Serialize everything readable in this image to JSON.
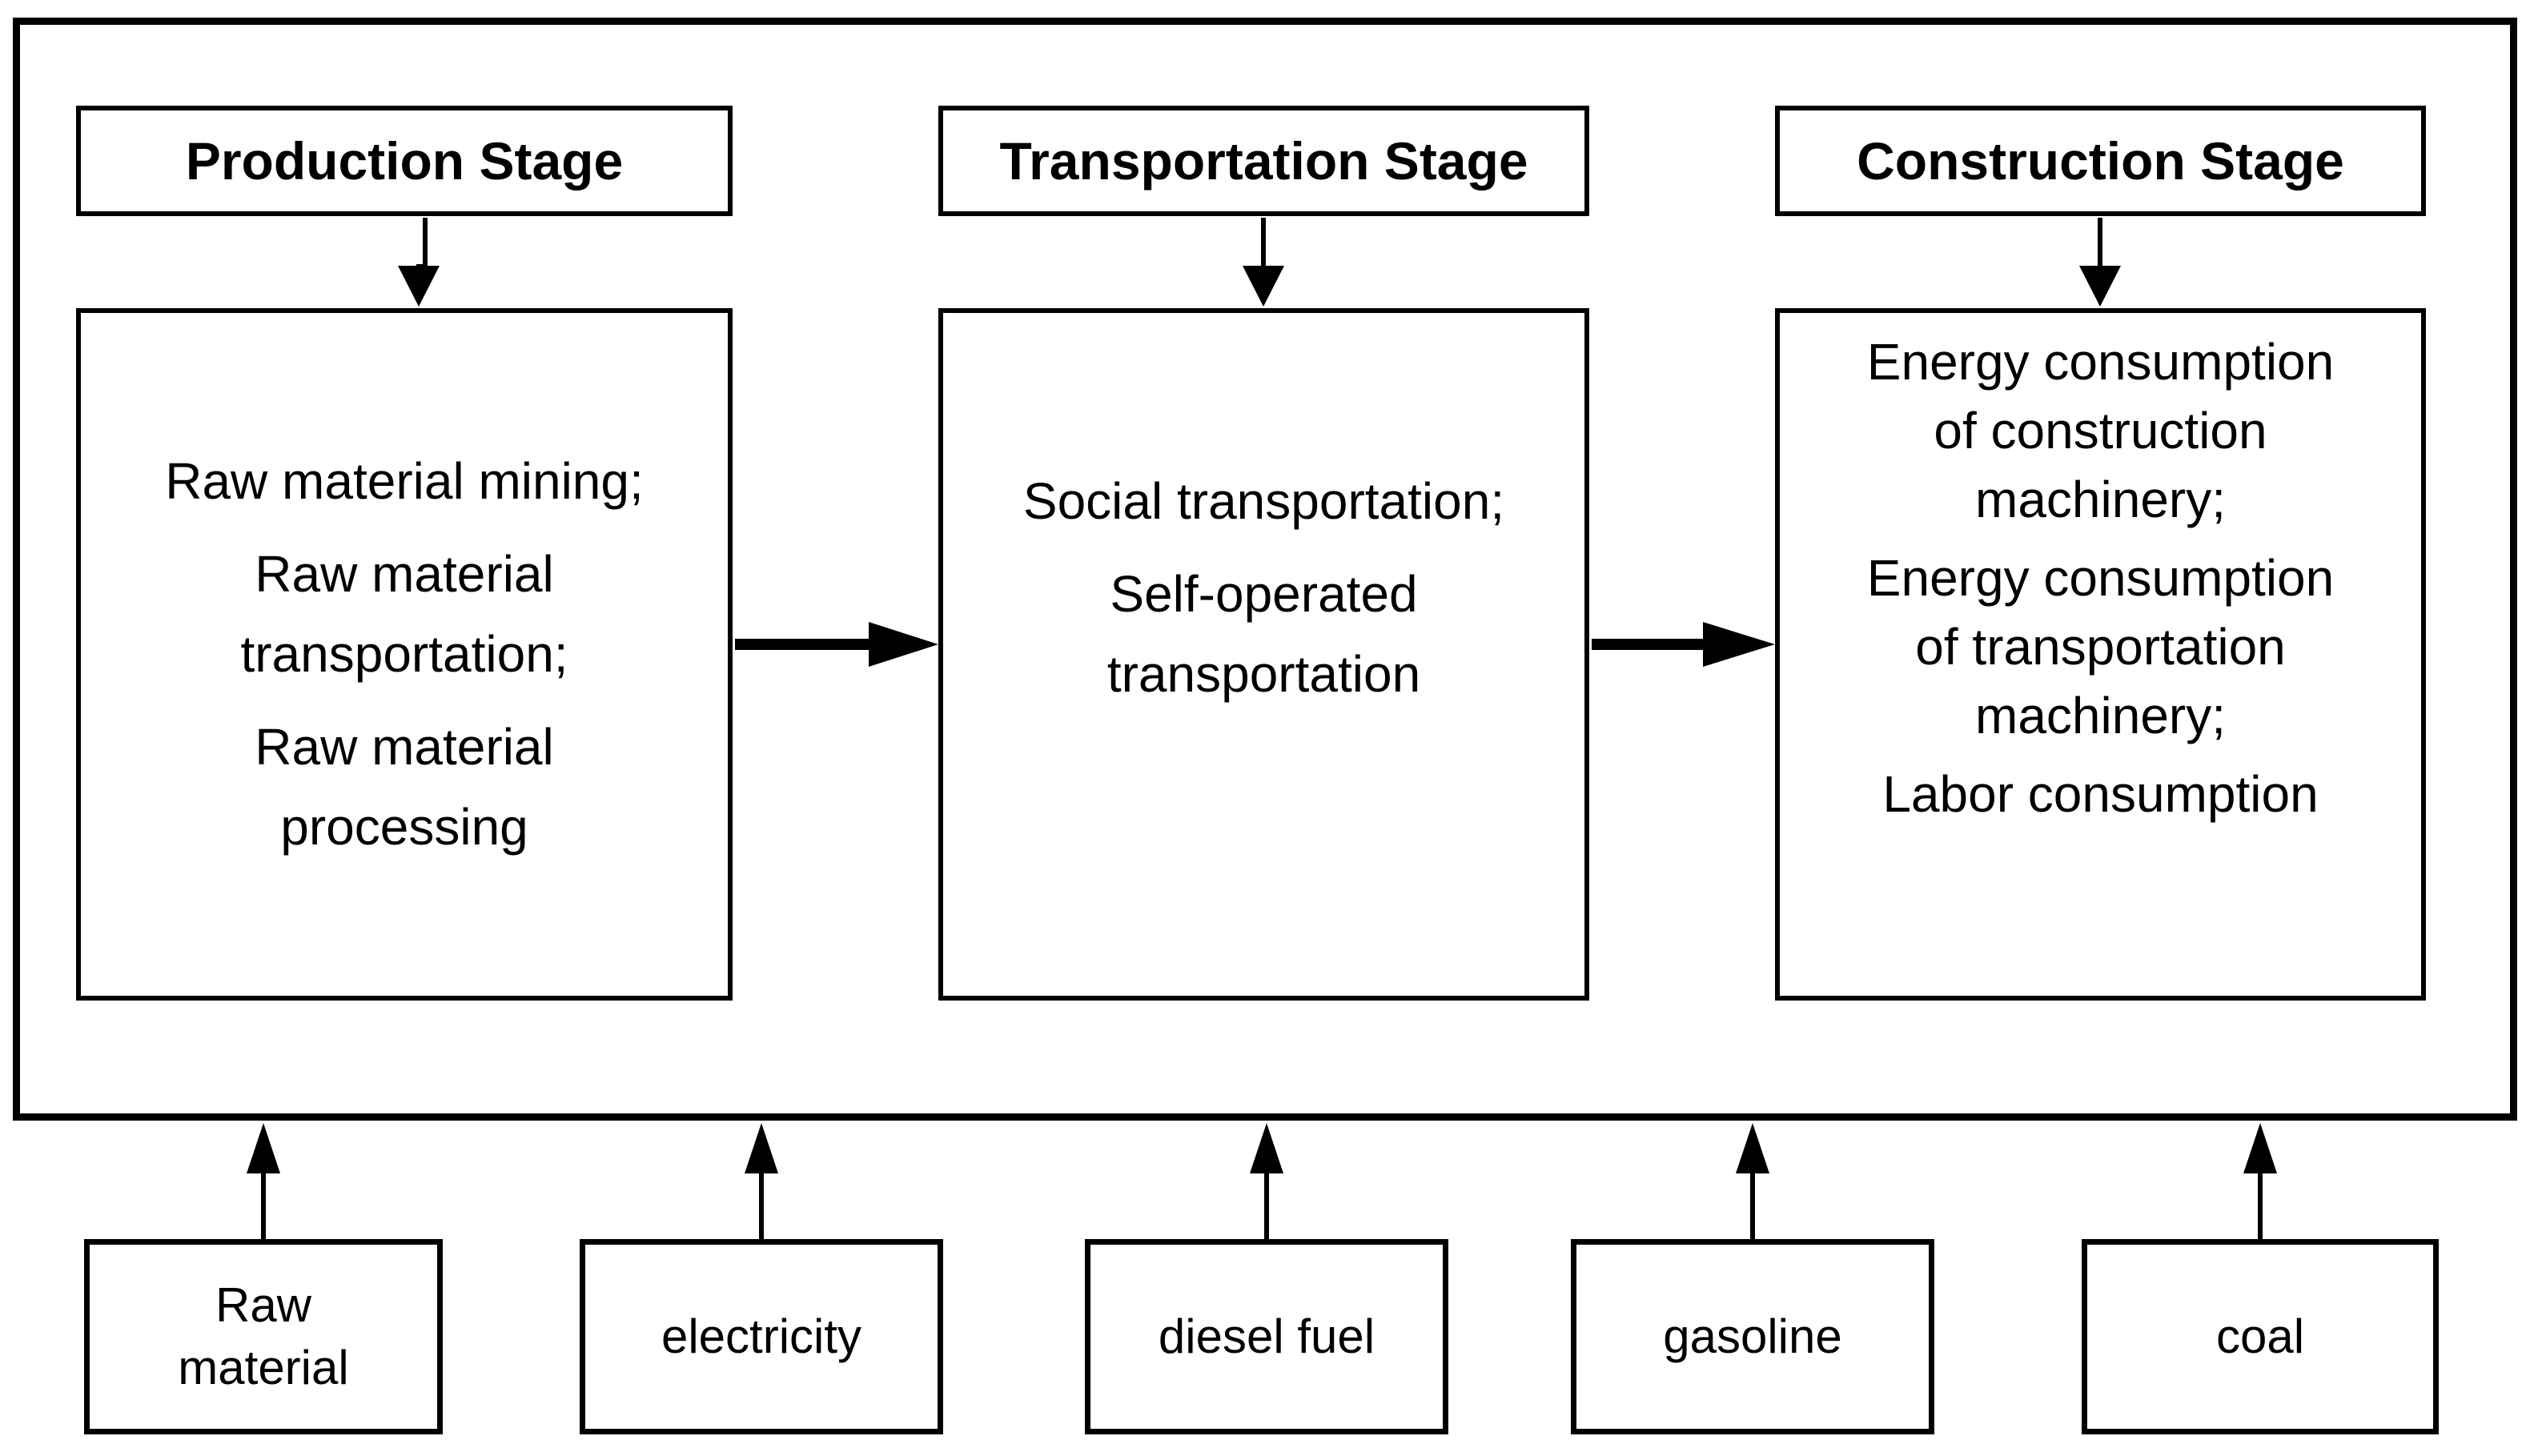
{
  "colors": {
    "ink": "#000000",
    "background": "#ffffff"
  },
  "stages": [
    {
      "header": "Production Stage",
      "items": [
        {
          "lines": [
            "Raw material mining;"
          ]
        },
        {
          "lines": [
            "Raw material",
            "transportation;"
          ]
        },
        {
          "lines": [
            "Raw material",
            "processing"
          ]
        }
      ]
    },
    {
      "header": "Transportation Stage",
      "items": [
        {
          "lines": [
            "Social transportation;"
          ]
        },
        {
          "lines": [
            "Self-operated",
            "transportation"
          ]
        }
      ]
    },
    {
      "header": "Construction Stage",
      "items": [
        {
          "lines": [
            "Energy consumption",
            "of construction",
            "machinery;"
          ]
        },
        {
          "lines": [
            "Energy consumption",
            "of transportation",
            "machinery;"
          ]
        },
        {
          "lines": [
            "Labor consumption"
          ]
        }
      ]
    }
  ],
  "inputs": [
    {
      "lines": [
        "Raw",
        "material"
      ]
    },
    {
      "lines": [
        "electricity"
      ]
    },
    {
      "lines": [
        "diesel fuel"
      ]
    },
    {
      "lines": [
        "gasoline"
      ]
    },
    {
      "lines": [
        "coal"
      ]
    }
  ]
}
